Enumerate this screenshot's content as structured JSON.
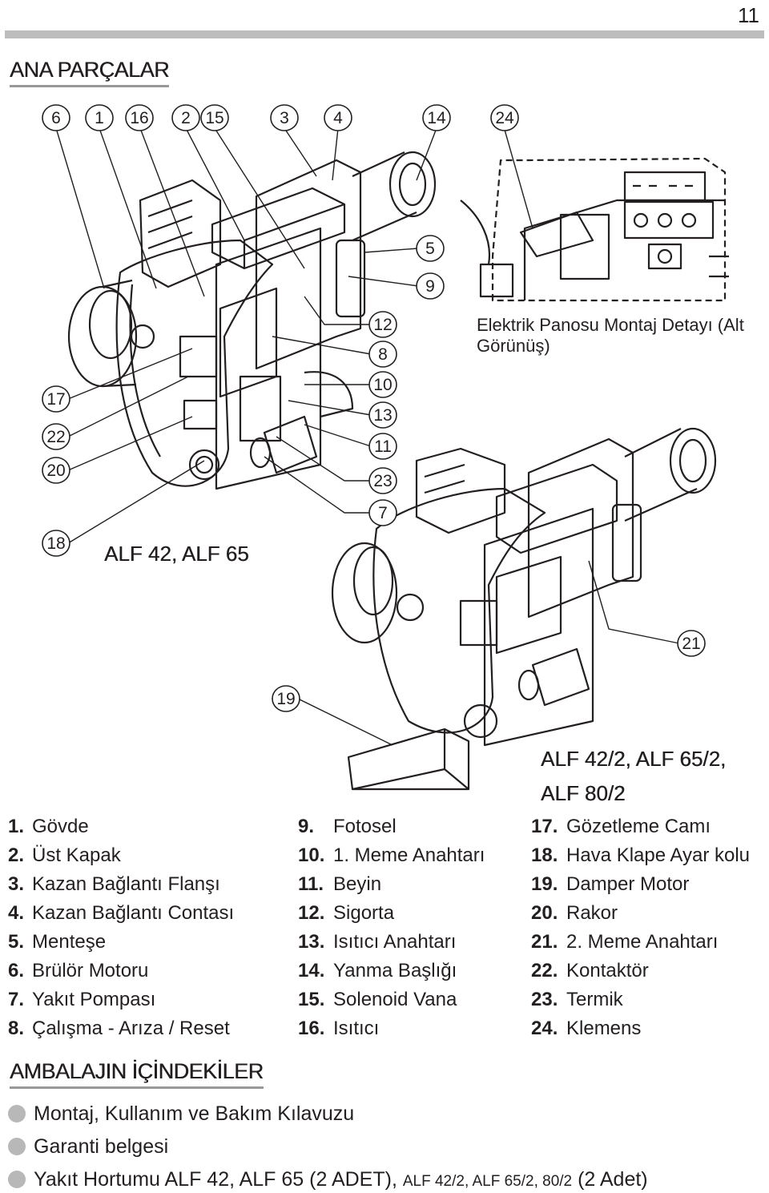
{
  "page_number": "11",
  "heading_main": "ANA PARÇALAR",
  "heading_box": "AMBALAJIN İÇİNDEKİLER",
  "model_1": "ALF 42, ALF 65",
  "model_2a": "ALF 42/2, ALF 65/2,",
  "model_2b": "ALF 80/2",
  "panel_caption": "Elektrik Panosu Montaj Detayı (Alt Görünüş)",
  "callouts": [
    "6",
    "1",
    "16",
    "2",
    "15",
    "3",
    "4",
    "14",
    "24",
    "5",
    "9",
    "12",
    "8",
    "10",
    "13",
    "11",
    "23",
    "7",
    "17",
    "22",
    "20",
    "18",
    "21",
    "19"
  ],
  "parts_col1": [
    {
      "n": "1.",
      "t": "Gövde"
    },
    {
      "n": "2.",
      "t": "Üst Kapak"
    },
    {
      "n": "3.",
      "t": "Kazan Bağlantı Flanşı"
    },
    {
      "n": "4.",
      "t": "Kazan Bağlantı Contası"
    },
    {
      "n": "5.",
      "t": "Menteşe"
    },
    {
      "n": "6.",
      "t": "Brülör Motoru"
    },
    {
      "n": "7.",
      "t": "Yakıt Pompası"
    },
    {
      "n": "8.",
      "t": "Çalışma - Arıza / Reset"
    }
  ],
  "parts_col2": [
    {
      "n": "9.",
      "t": "Fotosel"
    },
    {
      "n": "10.",
      "t": "1. Meme Anahtarı"
    },
    {
      "n": "11.",
      "t": "Beyin"
    },
    {
      "n": "12.",
      "t": "Sigorta"
    },
    {
      "n": "13.",
      "t": "Isıtıcı Anahtarı"
    },
    {
      "n": "14.",
      "t": "Yanma Başlığı"
    },
    {
      "n": "15.",
      "t": "Solenoid Vana"
    },
    {
      "n": "16.",
      "t": "Isıtıcı"
    }
  ],
  "parts_col3": [
    {
      "n": "17.",
      "t": "Gözetleme Camı"
    },
    {
      "n": "18.",
      "t": "Hava Klape Ayar kolu"
    },
    {
      "n": "19.",
      "t": "Damper Motor"
    },
    {
      "n": "20.",
      "t": "Rakor"
    },
    {
      "n": "21.",
      "t": "2. Meme Anahtarı"
    },
    {
      "n": "22.",
      "t": "Kontaktör"
    },
    {
      "n": "23.",
      "t": "Termik"
    },
    {
      "n": "24.",
      "t": "Klemens"
    }
  ],
  "package": [
    "Montaj, Kullanım ve Bakım Kılavuzu",
    "Garanti belgesi"
  ],
  "package_last_a": "Yakıt Hortumu ALF 42, ALF 65 (2 ADET),",
  "package_last_b": "ALF 42/2, ALF 65/2, 80/2",
  "package_last_c": "(2 Adet)"
}
